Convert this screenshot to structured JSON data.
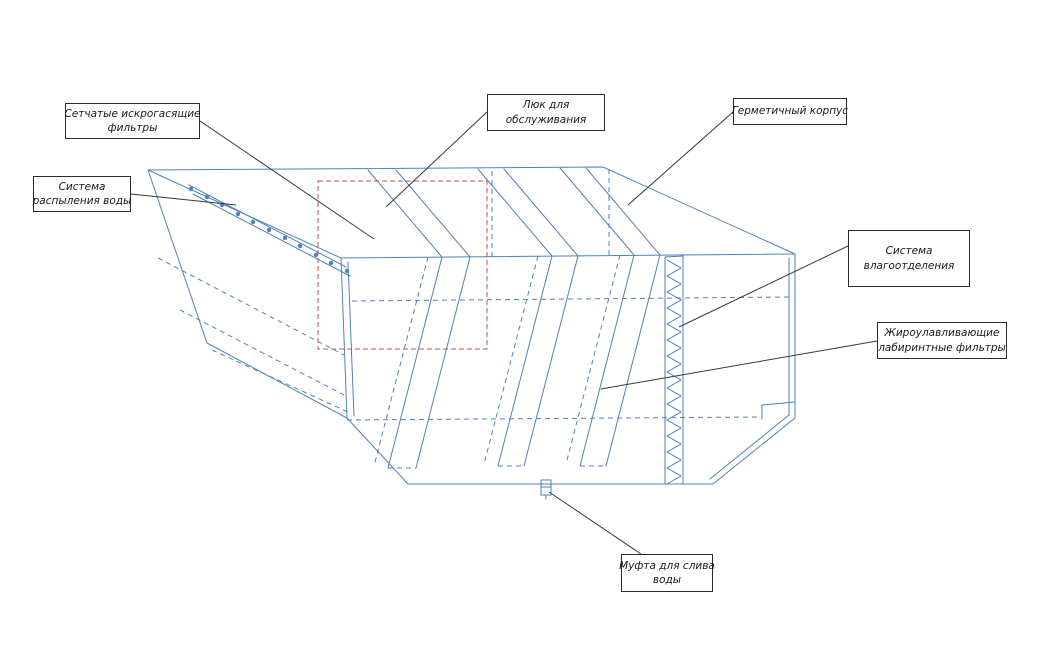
{
  "colors": {
    "drawing": "#4f81bd",
    "hatch": "#c0504d",
    "leader": "#3a3a3a",
    "text": "#1a1a1a",
    "background": "#ffffff"
  },
  "labels": {
    "mesh_filters": {
      "line1": "Сетчатые искрогасящие",
      "line2": "фильтры"
    },
    "water_spray": {
      "line1": "Система",
      "line2": "распыления воды"
    },
    "service_hatch": {
      "line1": "Люк для",
      "line2": "обслуживания"
    },
    "sealed_housing": {
      "line1": "Герметичный корпус",
      "line2": ""
    },
    "moisture_separation": {
      "line1": "Система",
      "line2": "влагоотделения"
    },
    "grease_filters": {
      "line1": "Жироулавливающие",
      "line2": "лабиринтные фильтры"
    },
    "drain_coupling": {
      "line1": "Муфта для слива",
      "line2": "воды"
    }
  }
}
